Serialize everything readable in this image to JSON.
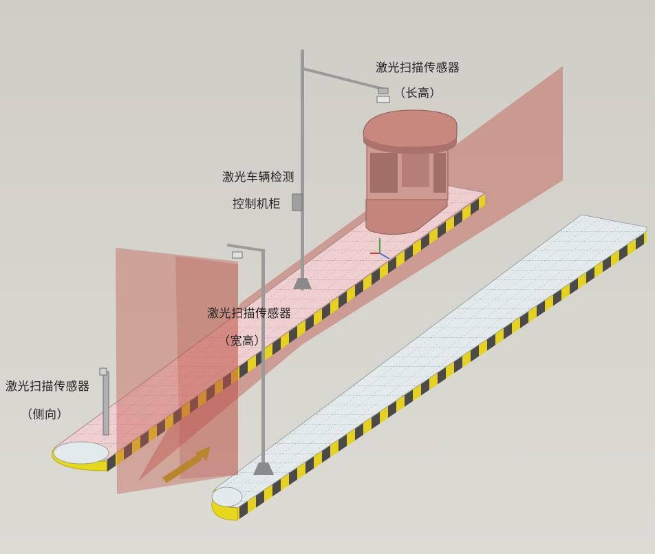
{
  "labels": {
    "sensor_height": {
      "title": "激光扫描传感器",
      "sub": "（长高）"
    },
    "control_cabinet": {
      "line1": "激光车辆检测",
      "line2": "控制机柜"
    },
    "sensor_width": {
      "title": "激光扫描传感器",
      "sub": "（宽高）"
    },
    "sensor_side": {
      "title": "激光扫描传感器",
      "sub": "（侧向）"
    }
  },
  "colors": {
    "background": "#d6d5cd",
    "laser_fill": "#c8685e",
    "island_top": "#dfe7ea",
    "island_pink": "#edc9c9",
    "stripe_yellow": "#e8d21a",
    "stripe_dark": "#4a4a4a",
    "booth": "#c48a80",
    "pole": "#9a9a9a",
    "arrow": "#b8862c"
  },
  "icons": {
    "direction": "arrow-icon",
    "axes": "axis-gizmo-icon"
  }
}
